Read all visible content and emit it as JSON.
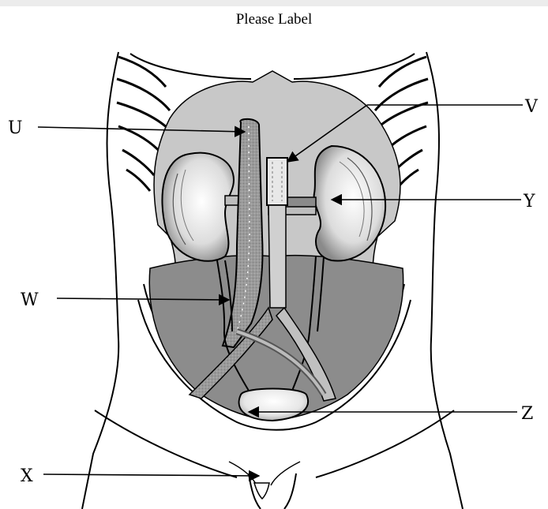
{
  "title": "Please Label",
  "labels": {
    "U": "U",
    "V": "V",
    "W": "W",
    "X": "X",
    "Y": "Y",
    "Z": "Z"
  }
}
